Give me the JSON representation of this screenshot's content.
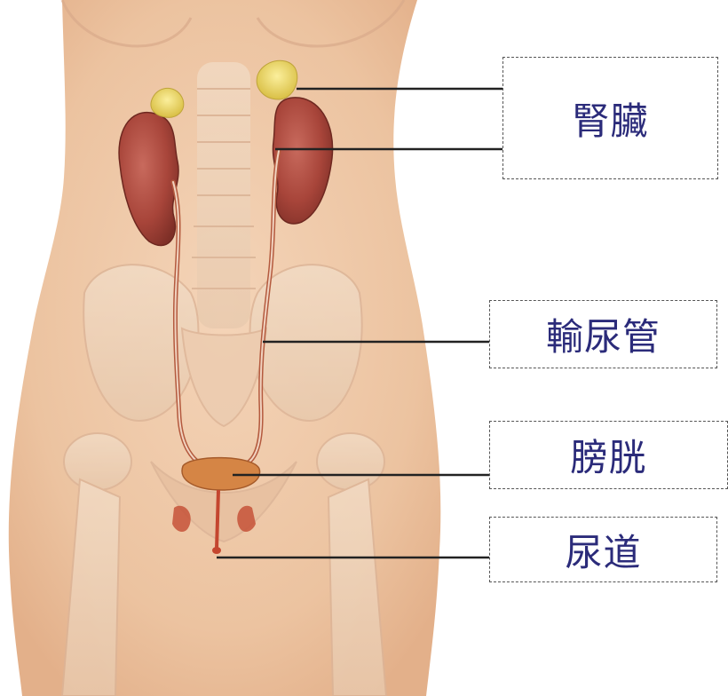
{
  "labels": {
    "kidney": "腎臟",
    "ureter": "輸尿管",
    "bladder": "膀胱",
    "urethra": "尿道"
  },
  "colors": {
    "label_text": "#2b2b7a",
    "skin": "#efc7a6",
    "kidney": "#a8453a",
    "adrenal": "#f2dc6a",
    "bladder": "#d58545",
    "leader_line": "#222222"
  }
}
